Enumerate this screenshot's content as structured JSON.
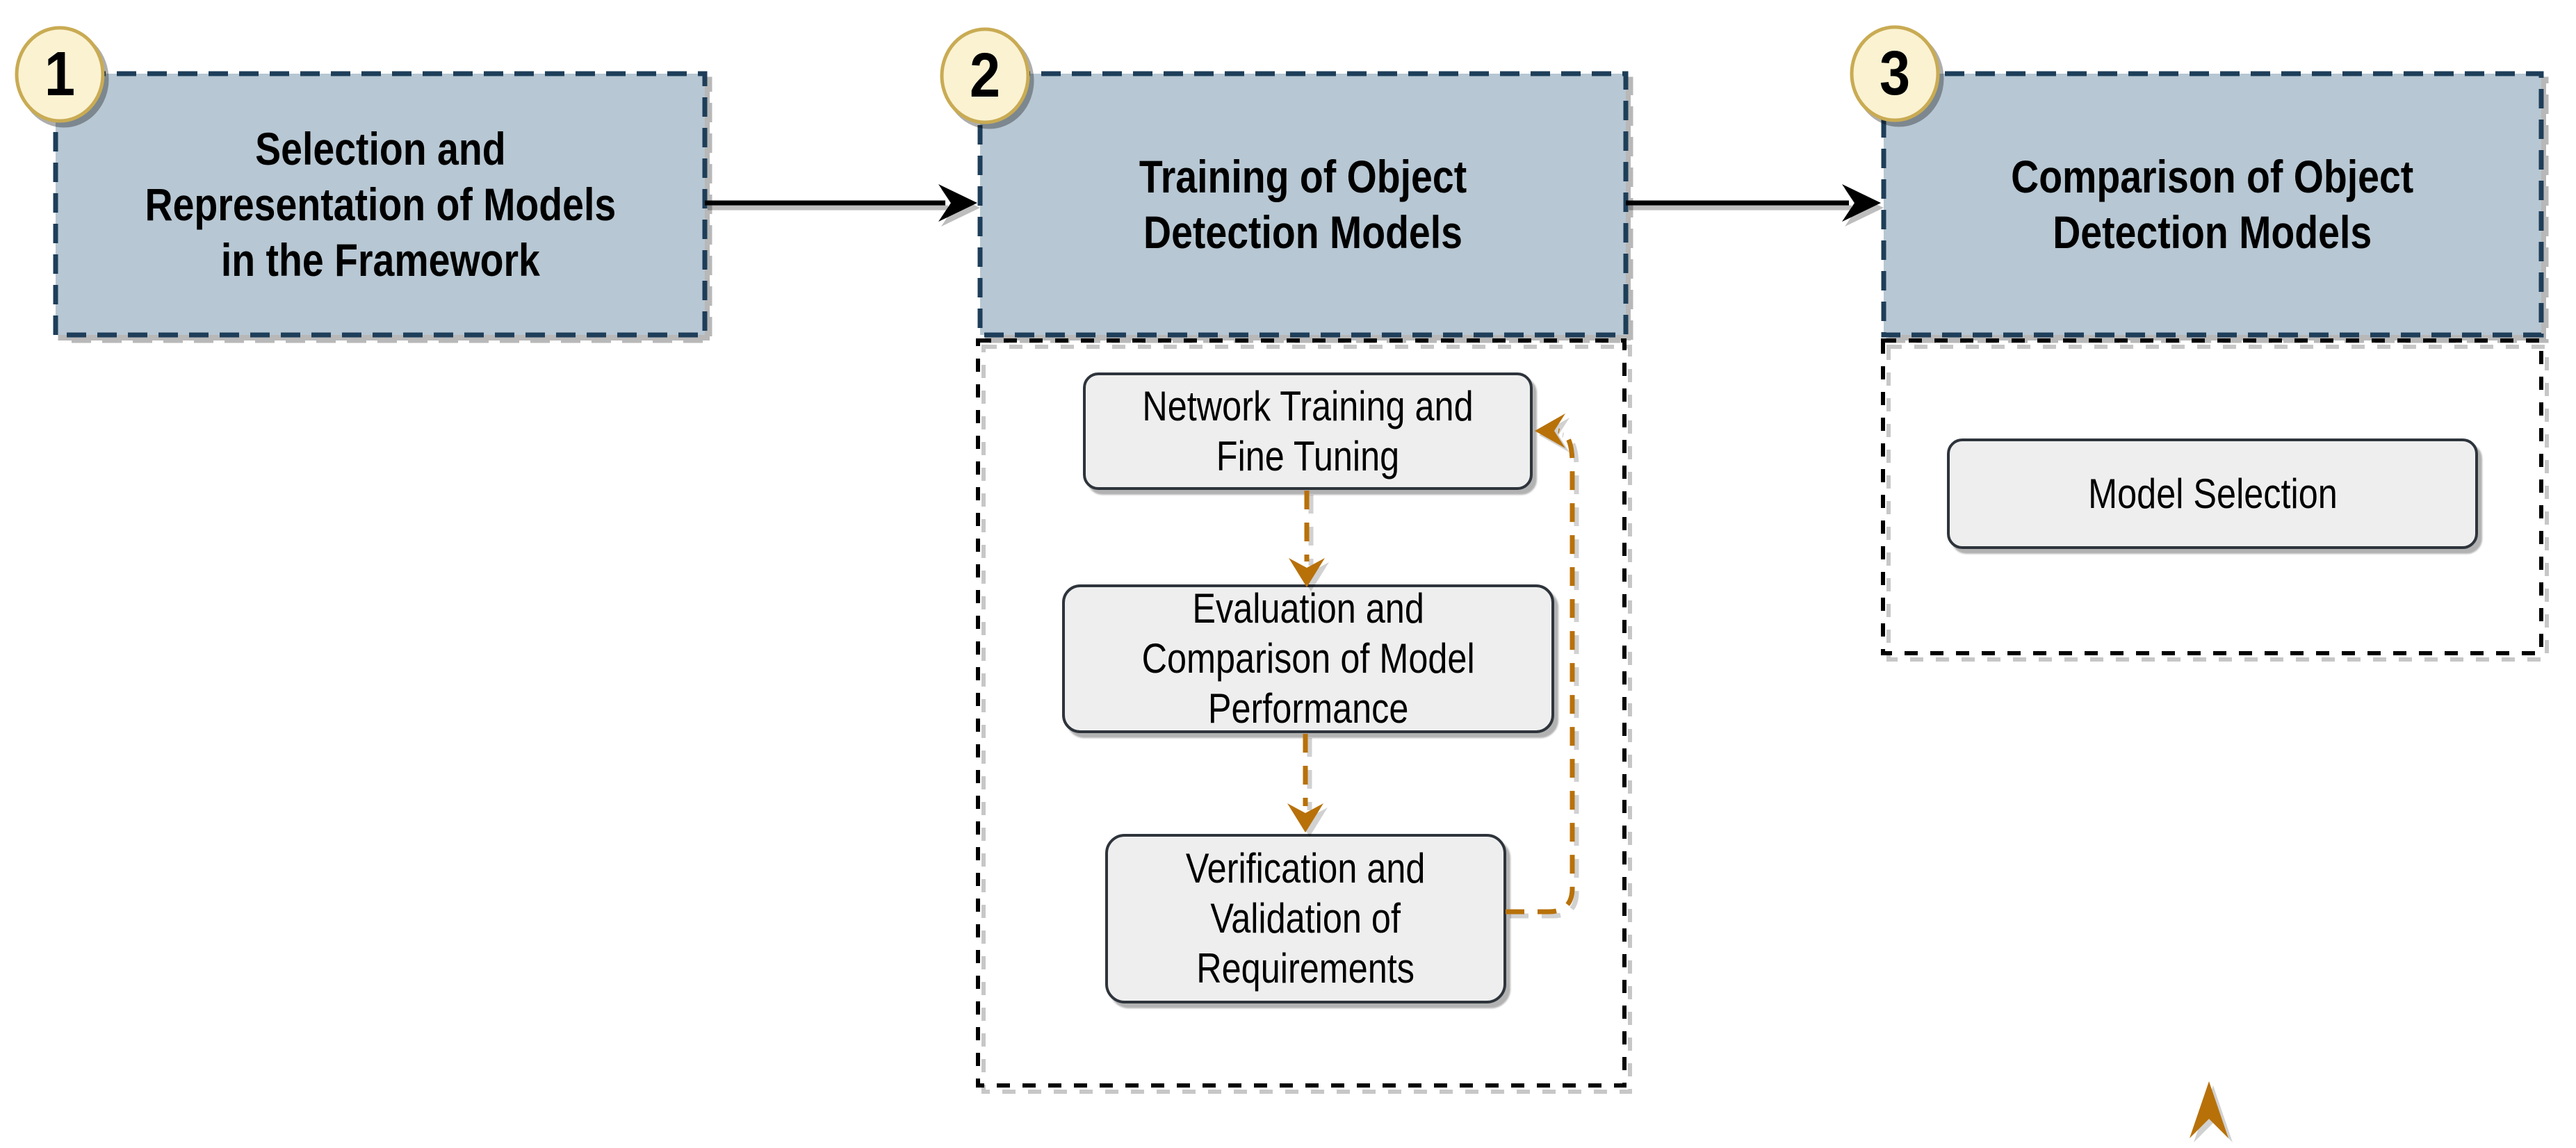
{
  "diagram": {
    "type": "process-flow",
    "stages": [
      {
        "number": "1",
        "title": "Selection and\nRepresentation of Models\nin the Framework",
        "substeps": []
      },
      {
        "number": "2",
        "title": "Training of Object\nDetection Models",
        "substeps": [
          "Network Training and\nFine Tuning",
          "Evaluation and\nComparison of Model\nPerformance",
          "Verification and\nValidation of\nRequirements"
        ]
      },
      {
        "number": "3",
        "title": "Comparison of Object\nDetection Models",
        "substeps": [
          "Model Selection"
        ]
      }
    ],
    "connections": [
      "stage-1 to stage-2",
      "stage-2 to stage-3",
      "network-training to evaluation",
      "evaluation to verification",
      "verification feedback to network-training"
    ],
    "colors": {
      "stage_fill": "#b7c7d3",
      "stage_border": "#1e3e59",
      "badge_fill": "#fbf2d2",
      "badge_border": "#c9ab53",
      "substep_fill": "#eeeeee",
      "substep_border": "#2e343b",
      "container_border": "#000000",
      "connector": "#000000",
      "feedback_orange": "#b87109",
      "text": "#000000"
    }
  }
}
